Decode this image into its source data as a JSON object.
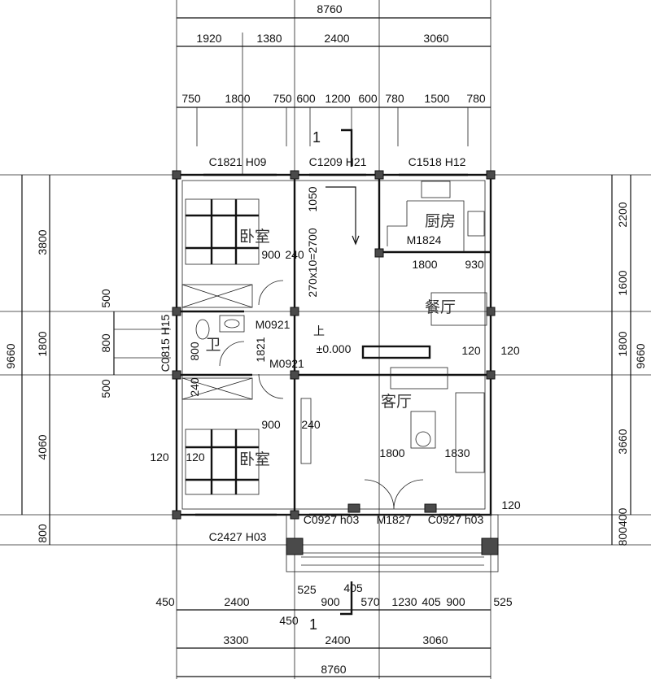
{
  "top": {
    "total": "8760",
    "axes": [
      "1920",
      "1380",
      "2400",
      "3060"
    ],
    "openings": [
      "750",
      "1800",
      "750",
      "600",
      "1200",
      "600",
      "780",
      "1500",
      "780"
    ],
    "windows": [
      "C1821  H09",
      "C1209  H21",
      "C1518  H12"
    ],
    "section": "1"
  },
  "bottom": {
    "total": "8760",
    "axes": [
      "3300",
      "2400",
      "3060"
    ],
    "openings": [
      "450",
      "2400",
      "525",
      "405",
      "900",
      "570",
      "1230",
      "405",
      "900",
      "525",
      "450"
    ],
    "section": "1",
    "windows": [
      "C2427   H03",
      "C0927  h03",
      "M1827",
      "C0927  h03"
    ]
  },
  "left": {
    "total": "9660",
    "axes": [
      "3800",
      "1800",
      "4060",
      "800"
    ],
    "window_dims": [
      "500",
      "800",
      "500"
    ],
    "window": "C0815 H15",
    "wall": "120"
  },
  "right": {
    "total": "9660",
    "axes": [
      "2200",
      "1600",
      "1800",
      "3660",
      "800400"
    ]
  },
  "rooms": {
    "bedroom1": "卧室",
    "bedroom2": "卧室",
    "kitchen": "厨房",
    "dining": "餐厅",
    "living": "客厅",
    "bath": "卫"
  },
  "interior": {
    "m1824": "M1824",
    "m0921a": "M0921",
    "m0921b": "M0921",
    "m1821": "1821",
    "d900a": "900",
    "d240a": "240",
    "stair": "270x10=2700",
    "d1050": "1050",
    "up": "上",
    "level": "±0.000",
    "d1800a": "1800",
    "d930": "930",
    "d120a": "120",
    "d120b": "120",
    "d900b": "900",
    "d240b": "240",
    "d1800b": "1800",
    "d1830": "1830",
    "d120c": "120",
    "d120d": "120",
    "d800": "800",
    "d240c": "240"
  }
}
